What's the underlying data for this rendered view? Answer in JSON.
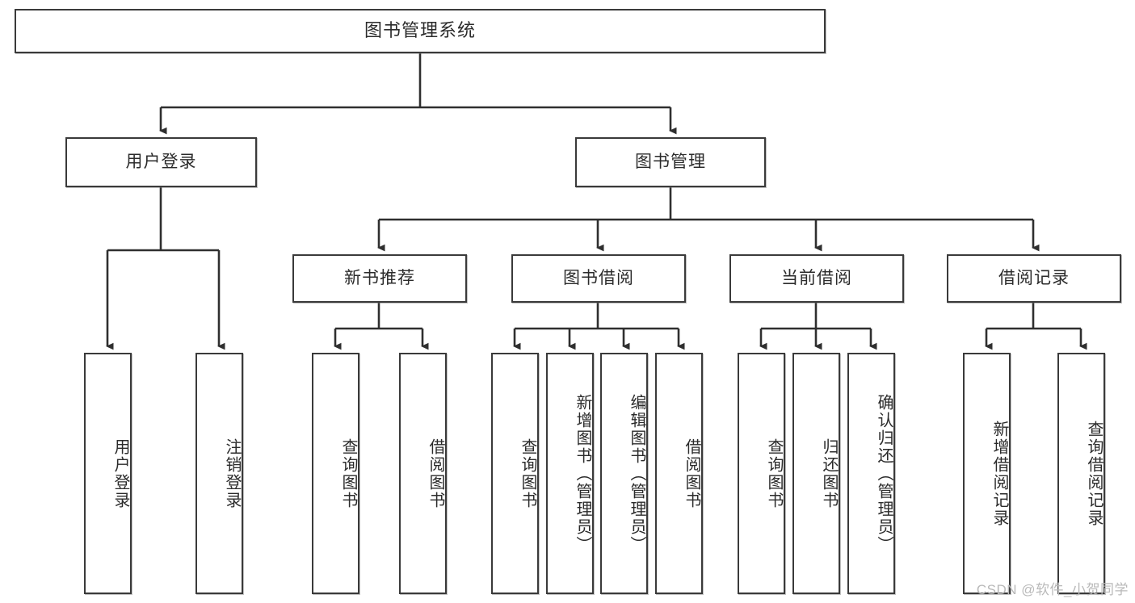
{
  "diagram": {
    "title": "图书管理系统",
    "type": "functional-structure-tree",
    "root": {
      "label": "图书管理系统"
    },
    "level1": [
      {
        "label": "用户登录"
      },
      {
        "label": "图书管理"
      }
    ],
    "level2": [
      {
        "label": "新书推荐"
      },
      {
        "label": "图书借阅"
      },
      {
        "label": "当前借阅"
      },
      {
        "label": "借阅记录"
      }
    ],
    "leaves": {
      "user_login": [
        {
          "label": "用户登录"
        },
        {
          "label": "注销登录"
        }
      ],
      "new_book_recommend": [
        {
          "label": "查询图书"
        },
        {
          "label": "借阅图书"
        }
      ],
      "book_borrow": [
        {
          "label": "查询图书"
        },
        {
          "label": "新增图书（管理员）"
        },
        {
          "label": "编辑图书（管理员）"
        },
        {
          "label": "借阅图书"
        }
      ],
      "current_borrow": [
        {
          "label": "查询图书"
        },
        {
          "label": "归还图书"
        },
        {
          "label": "确认归还（管理员）"
        }
      ],
      "borrow_record": [
        {
          "label": "新增借阅记录"
        },
        {
          "label": "查询借阅记录"
        }
      ]
    }
  },
  "watermark": {
    "text": "CSDN @软件_小贺同学"
  },
  "colors": {
    "box_border": "#3a3a3a",
    "box_fill": "#ffffff",
    "text": "#2b2b2b",
    "connector": "#2f2f2f",
    "watermark": "#b9b9b9",
    "page_background": "#ffffff"
  }
}
